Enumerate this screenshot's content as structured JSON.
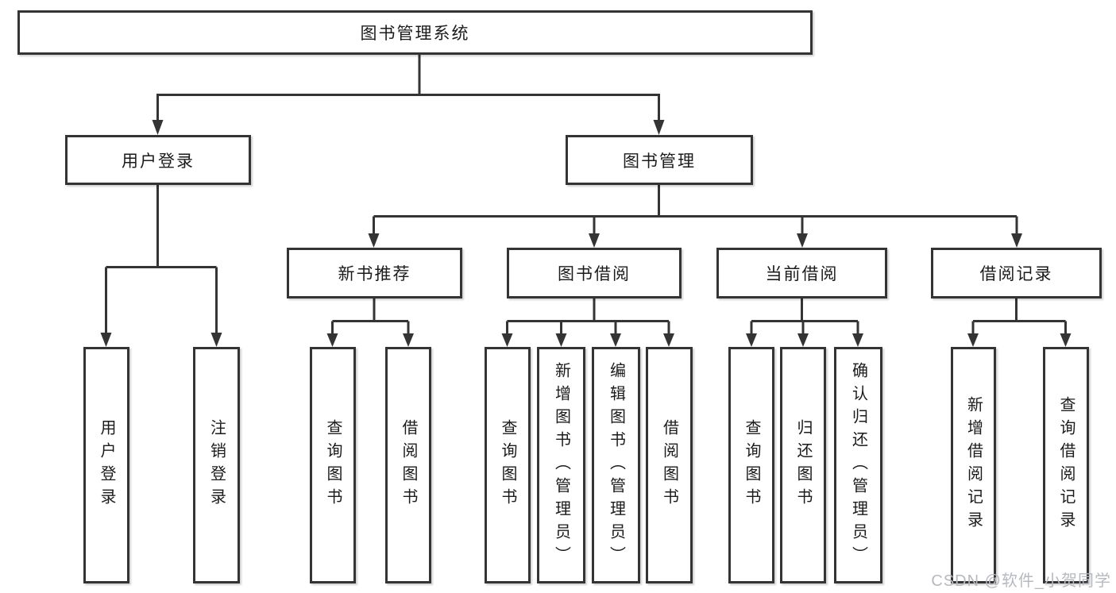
{
  "diagram_title": "图书管理系统",
  "nodes": {
    "root": "图书管理系统",
    "user_login": "用户登录",
    "book_mgmt": "图书管理",
    "new_book_rec": "新书推荐",
    "book_borrow": "图书借阅",
    "current_borrow": "当前借阅",
    "borrow_records": "借阅记录",
    "ul_login": "用户登录",
    "ul_logout": "注销登录",
    "nbr_query": "查询图书",
    "nbr_borrow": "借阅图书",
    "bb_query": "查询图书",
    "bb_add": "新增图书（管理员）",
    "bb_edit": "编辑图书（管理员）",
    "bb_borrow": "借阅图书",
    "cb_query": "查询图书",
    "cb_return": "归还图书",
    "cb_confirm": "确认归还（管理员）",
    "br_add": "新增借阅记录",
    "br_query": "查询借阅记录"
  },
  "watermark": "CSDN @软件_小贺同学",
  "colors": {
    "line": "#343434",
    "text": "#1b1b1b",
    "watermark": "#b6b9bf",
    "background": "#ffffff"
  }
}
